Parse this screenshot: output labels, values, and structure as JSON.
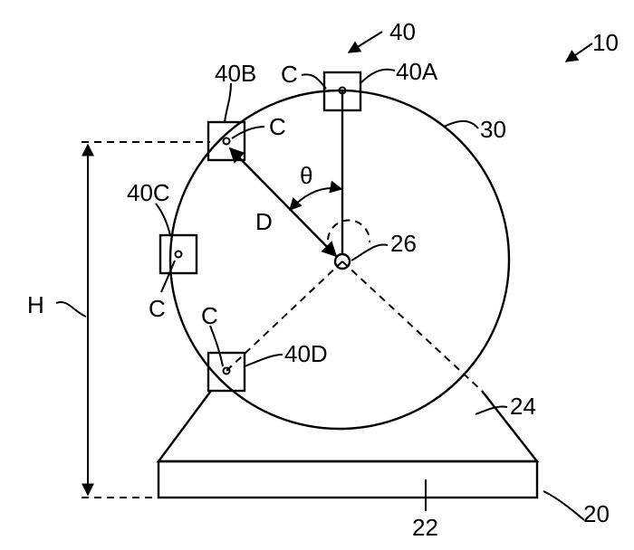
{
  "figure": {
    "ref_assembly": "10",
    "ref_base_assembly": "20",
    "ref_base_plate": "22",
    "ref_support": "24",
    "ref_pivot": "26",
    "ref_wheel": "30",
    "ref_carriers": "40",
    "carrier_a": "40A",
    "carrier_b": "40B",
    "carrier_c": "40C",
    "carrier_d": "40D",
    "center_label": "C",
    "distance_label": "D",
    "angle_label": "θ",
    "height_label": "H"
  }
}
